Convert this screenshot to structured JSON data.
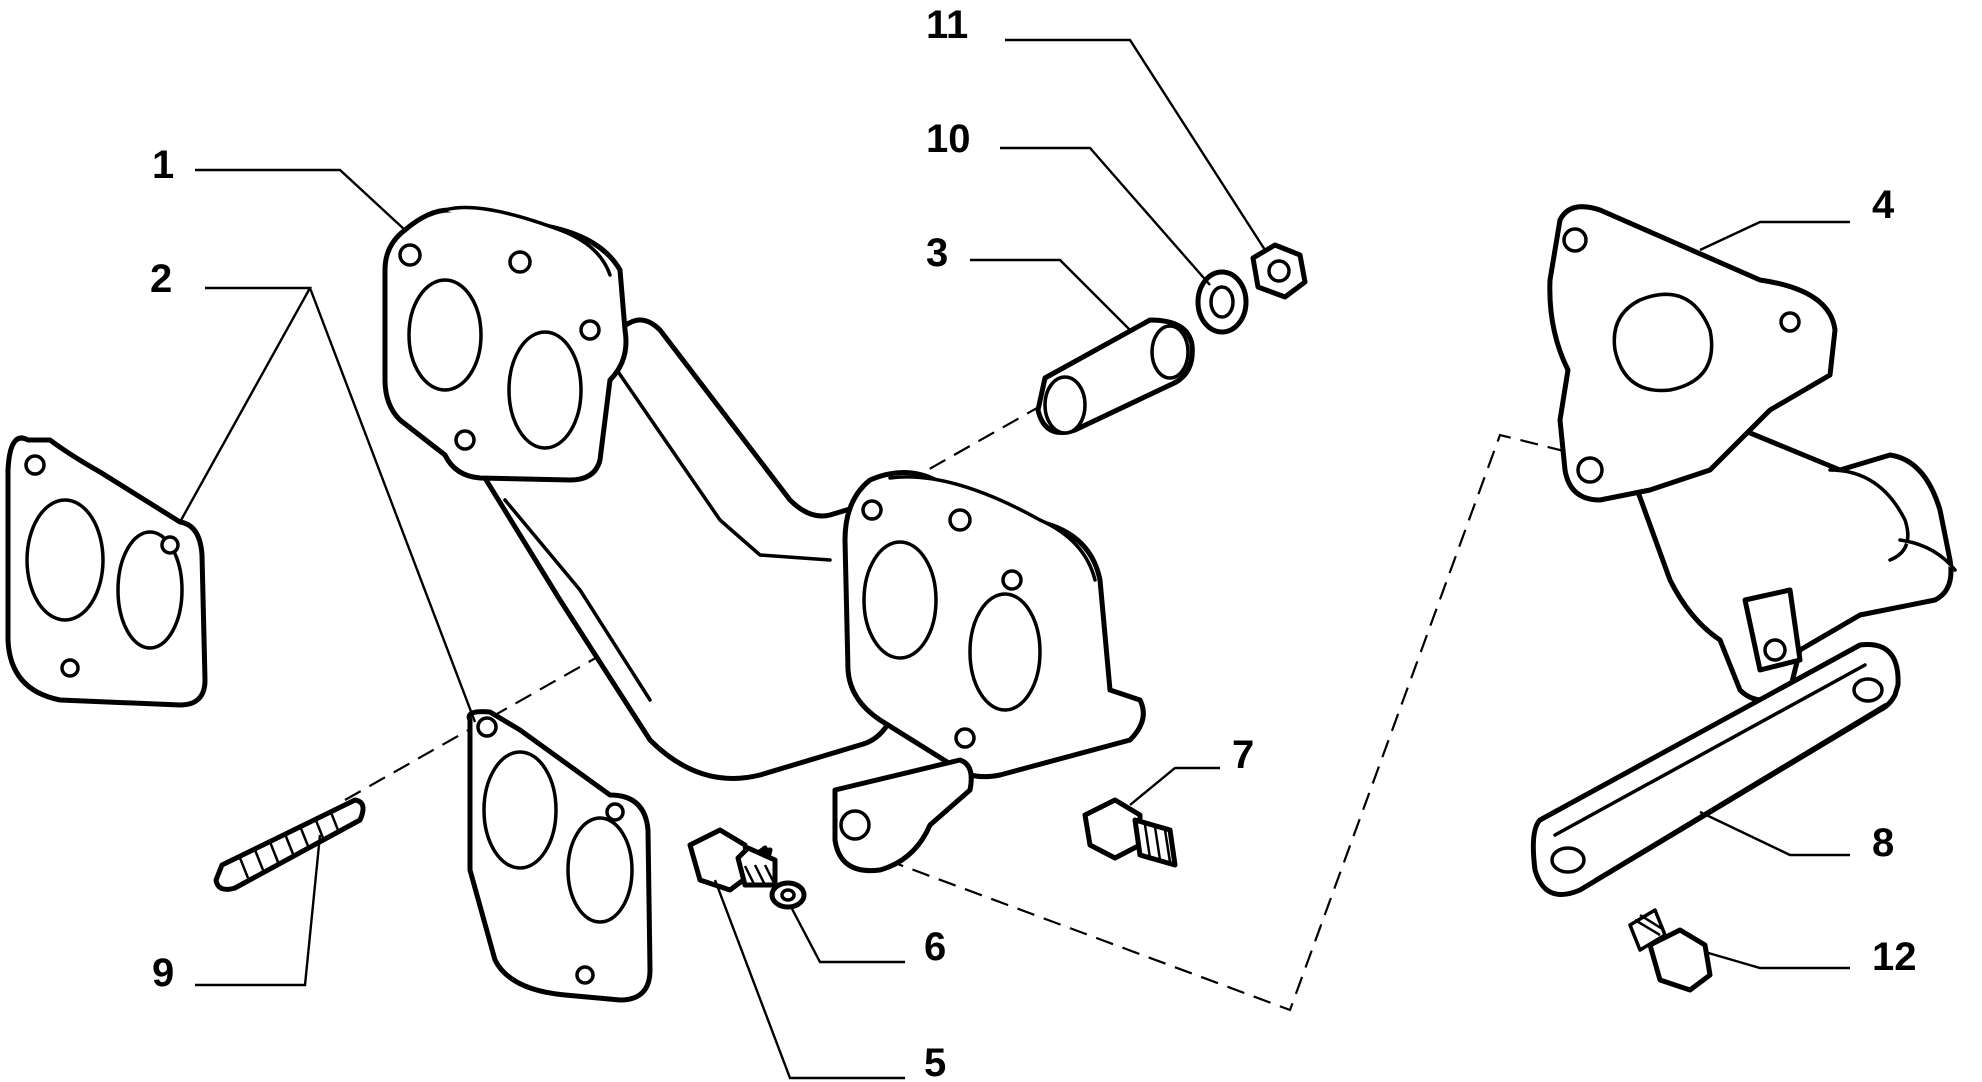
{
  "callouts": [
    {
      "id": "1",
      "text": "1"
    },
    {
      "id": "2",
      "text": "2"
    },
    {
      "id": "3",
      "text": "3"
    },
    {
      "id": "4",
      "text": "4"
    },
    {
      "id": "5",
      "text": "5"
    },
    {
      "id": "6",
      "text": "6"
    },
    {
      "id": "7",
      "text": "7"
    },
    {
      "id": "8",
      "text": "8"
    },
    {
      "id": "9",
      "text": "9"
    },
    {
      "id": "10",
      "text": "10"
    },
    {
      "id": "11",
      "text": "11"
    },
    {
      "id": "12",
      "text": "12"
    }
  ],
  "colors": {
    "stroke": "#000000",
    "background": "#ffffff"
  }
}
